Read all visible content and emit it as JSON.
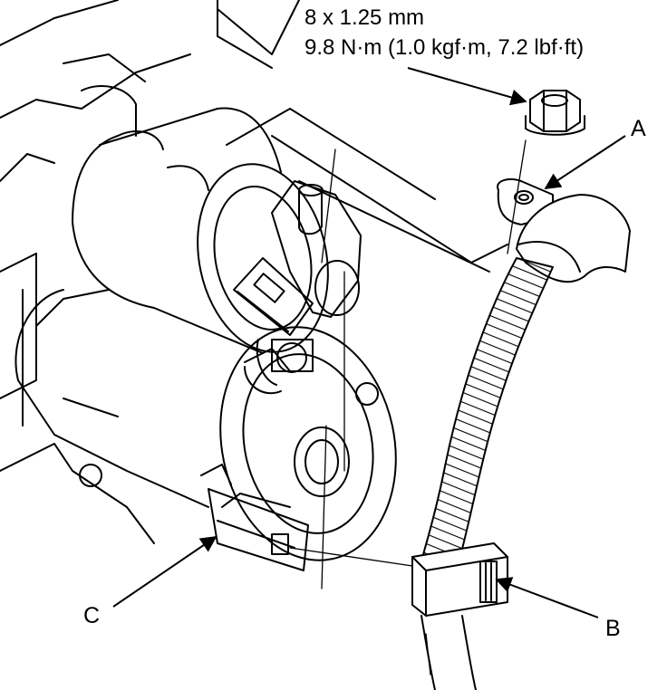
{
  "spec": {
    "thread": "8 x 1.25 mm",
    "torque": "9.8 N·m (1.0 kgf·m, 7.2 lbf·ft)"
  },
  "callouts": {
    "a": "A",
    "b": "B",
    "c": "C"
  },
  "colors": {
    "ink": "#000000",
    "paper": "#ffffff"
  }
}
